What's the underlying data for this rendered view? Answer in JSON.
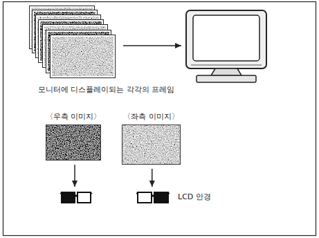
{
  "diagram": {
    "nodes": [
      {
        "text": [
          "모니터에 디스플레이되는 각각의 프레임"
        ]
      },
      {
        "text": []
      },
      {
        "text": [
          "〈우측 이미지〉"
        ]
      },
      {
        "text": [
          "〈좌측 이미지〉"
        ]
      },
      {
        "text": []
      },
      {
        "text": [
          "LCD 안경"
        ]
      }
    ],
    "edges": [
      {
        "from": 0,
        "to": 1,
        "arrow": "to"
      },
      {
        "from": 2,
        "to": 4,
        "arrow": "to"
      },
      {
        "from": 3,
        "to": 5,
        "arrow": "to"
      }
    ]
  }
}
